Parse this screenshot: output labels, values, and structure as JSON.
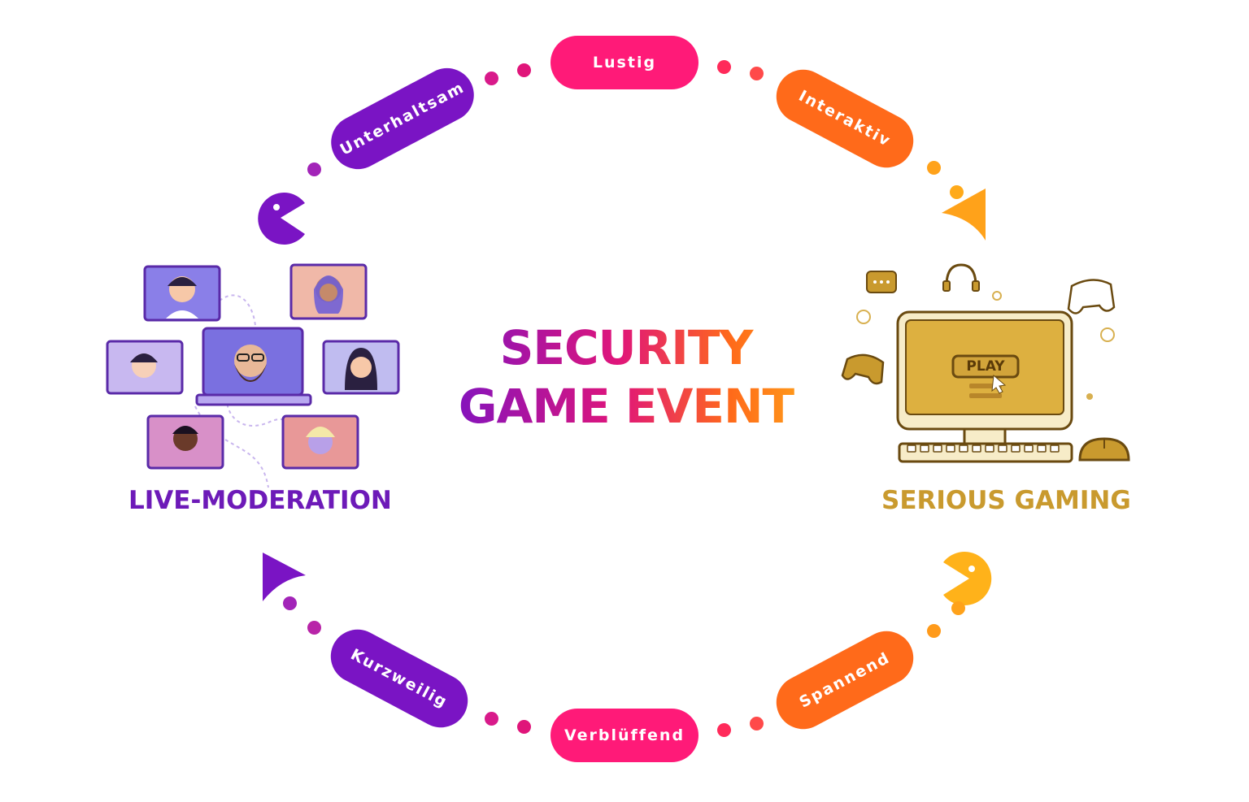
{
  "title": {
    "line1": "SECURITY",
    "line2": "GAME EVENT"
  },
  "left_label": "LIVE-MODERATION",
  "right_label": "SERIOUS GAMING",
  "monitor_button": "PLAY",
  "pills": {
    "lustig": "Lustig",
    "interaktiv": "Interaktiv",
    "unterhaltsam": "Unterhaltsam",
    "spannend": "Spannend",
    "kurzweilig": "Kurzweilig",
    "verblueffend": "Verblüffend"
  },
  "colors": {
    "purple": "#7a14c4",
    "magenta": "#e0157a",
    "pink": "#ff1a78",
    "orange": "#ff6a1a",
    "amber": "#ffa21a",
    "gold": "#c99a2e",
    "violet_label": "#6d1ab8"
  }
}
